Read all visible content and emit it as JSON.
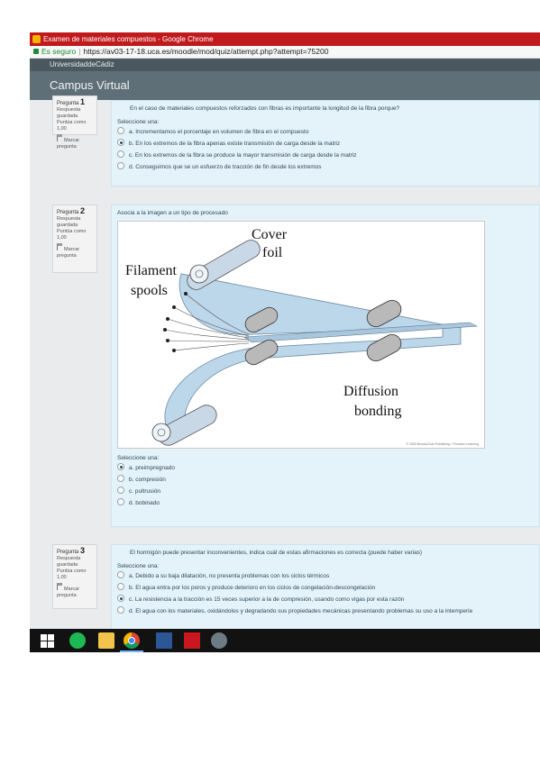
{
  "window": {
    "title": "Examen de materiales compuestos - Google Chrome"
  },
  "address": {
    "secure_label": "Es seguro",
    "url": "https://av03-17-18.uca.es/moodle/mod/quiz/attempt.php?attempt=75200"
  },
  "site": {
    "university": "UniversidaddeCádiz",
    "campus": "Campus Virtual"
  },
  "questions": [
    {
      "number_label": "Pregunta",
      "number": "1",
      "status": "Respuesta guardada",
      "points": "Puntúa como 1,00",
      "flag": "Marcar pregunta",
      "text": "En el caso de materiales compuestos reforzados con fibras es importante la longitud de la fibra porque?",
      "select_label": "Seleccione una:",
      "options": [
        {
          "text": "a. Incrementamos el porcentaje en volumen de fibra en el compuesto",
          "selected": false
        },
        {
          "text": "b. En los extremos de la fibra apenas existe transmisión de carga desde la matriz",
          "selected": true
        },
        {
          "text": "c. En los extremos de la fibra se produce la mayor transmisión de carga desde la matriz",
          "selected": false
        },
        {
          "text": "d. Conseguimos que se un esfuerzo de tracción de fin desde los extremos",
          "selected": false
        }
      ]
    },
    {
      "number_label": "Pregunta",
      "number": "2",
      "status": "Respuesta guardada",
      "points": "Puntúa como 1,00",
      "flag": "Marcar pregunta",
      "text": "Asocia a la imagen a un tipo de procesado",
      "figure": {
        "labels": {
          "cover": "Cover",
          "foil": "foil",
          "filament": "Filament",
          "spools": "spools",
          "diffusion": "Diffusion",
          "bonding": "bonding"
        },
        "caption": "© 2003 Brooks/Cole Publishing / Thomson Learning"
      },
      "select_label": "Seleccione una:",
      "options": [
        {
          "text": "a. preimpregnado",
          "selected": true
        },
        {
          "text": "b. compresión",
          "selected": false
        },
        {
          "text": "c. pultrusión",
          "selected": false
        },
        {
          "text": "d. bobinado",
          "selected": false
        }
      ]
    },
    {
      "number_label": "Pregunta",
      "number": "3",
      "status": "Respuesta guardada",
      "points": "Puntúa como 1,00",
      "flag": "Marcar pregunta",
      "text": "El hormigón puede presentar inconvenientes, indica cuál de estas afirmaciones es correcta (puede haber varias)",
      "select_label": "Seleccione una:",
      "options": [
        {
          "text": "a. Debido a su baja dilatación, no presenta problemas con los ciclos térmicos",
          "selected": false
        },
        {
          "text": "b. El agua entra por los poros y produce deterioro en los ciclos de congelación-descongelación",
          "selected": false
        },
        {
          "text": "c. La resistencia a la tracción es 15 veces superior a la de compresión, usando como vigas por esta razón",
          "selected": true
        },
        {
          "text": "d. El agua con los materiales, oxidándolos y degradando sus propiedades mecánicas presentando problemas su uso a la intemperie",
          "selected": false
        }
      ]
    }
  ],
  "colors": {
    "titlebar": "#c01a1d",
    "header": "#5f6f77",
    "question_bg": "#e4f2f9",
    "taskbar": "#121212"
  },
  "taskbar": {
    "icons": [
      "start-icon",
      "spotify-icon",
      "explorer-icon",
      "chrome-icon",
      "word-icon",
      "pdf-icon",
      "misc-icon"
    ]
  }
}
